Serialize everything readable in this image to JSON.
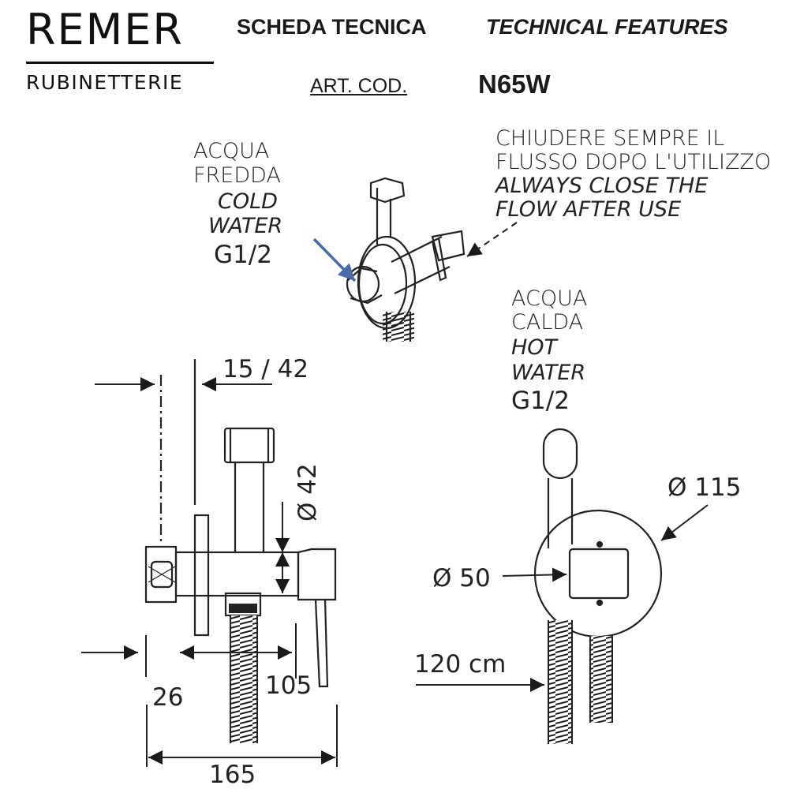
{
  "brand": {
    "name": "REMER",
    "subtitle": "RUBINETTERIE"
  },
  "header": {
    "title_it": "SCHEDA TECNICA",
    "title_en": "TECHNICAL FEATURES",
    "article_label": "ART. COD.",
    "article_code": "N65W"
  },
  "notes": {
    "cold_it_1": "ACQUA",
    "cold_it_2": "FREDDA",
    "cold_en_1": "COLD",
    "cold_en_2": "WATER",
    "cold_thread": "G1/2",
    "close_it_1": "CHIUDERE SEMPRE IL",
    "close_it_2": "FLUSSO DOPO L'UTILIZZO",
    "close_en_1": "ALWAYS CLOSE THE",
    "close_en_2": "FLOW AFTER  USE",
    "hot_it_1": "ACQUA",
    "hot_it_2": "CALDA",
    "hot_en_1": "HOT",
    "hot_en_2": "WATER",
    "hot_thread": "G1/2"
  },
  "dimensions": {
    "wall_offset": "15 / 42",
    "body_diameter": "Ø 42",
    "plate_diameter": "Ø 115",
    "cartridge_diameter": "Ø 50",
    "hose_length": "120 cm",
    "depth_26": "26",
    "depth_105": "105",
    "total_165": "165"
  }
}
